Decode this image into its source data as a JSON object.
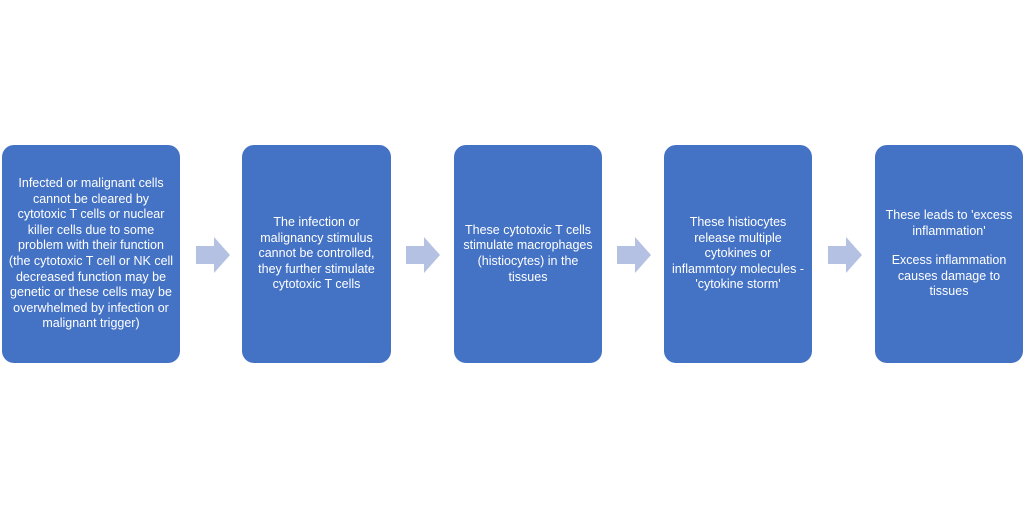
{
  "colors": {
    "box_fill": "#4472c4",
    "box_text": "#ffffff",
    "arrow_fill": "#b4c1e2"
  },
  "steps": [
    {
      "paragraphs": [
        "Infected or malignant cells cannot be cleared by cytotoxic T cells  or nuclear killer cells due to some problem with their function (the cytotoxic T cell or NK cell decreased function may be genetic or these cells may be overwhelmed by infection or malignant trigger)"
      ]
    },
    {
      "paragraphs": [
        "The infection or malignancy stimulus cannot be controlled, they further stimulate cytotoxic T cells"
      ]
    },
    {
      "paragraphs": [
        "These cytotoxic T cells stimulate macrophages (histiocytes) in the tissues"
      ]
    },
    {
      "paragraphs": [
        "These histiocytes release multiple cytokines or inflammtory molecules - 'cytokine storm'"
      ]
    },
    {
      "paragraphs": [
        "These leads to 'excess inflammation'",
        "Excess inflammation causes damage to tissues"
      ]
    }
  ]
}
